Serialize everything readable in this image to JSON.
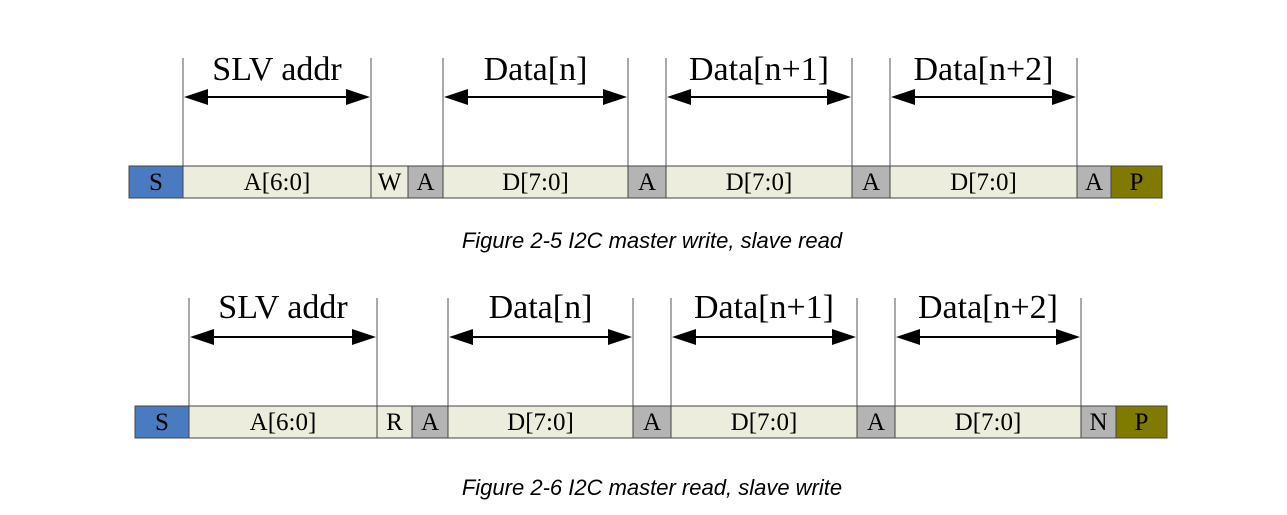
{
  "figures": [
    {
      "caption": "Figure 2-5  I2C master write, slave read",
      "fields": [
        {
          "label": "SLV addr"
        },
        {
          "label": "Data[n]"
        },
        {
          "label": "Data[n+1]"
        },
        {
          "label": "Data[n+2]"
        }
      ],
      "cells": [
        {
          "label": "S",
          "kind": "start"
        },
        {
          "label": "A[6:0]",
          "kind": "bits"
        },
        {
          "label": "W",
          "kind": "rw"
        },
        {
          "label": "A",
          "kind": "ack"
        },
        {
          "label": "D[7:0]",
          "kind": "bits"
        },
        {
          "label": "A",
          "kind": "ack"
        },
        {
          "label": "D[7:0]",
          "kind": "bits"
        },
        {
          "label": "A",
          "kind": "ack"
        },
        {
          "label": "D[7:0]",
          "kind": "bits"
        },
        {
          "label": "A",
          "kind": "ack"
        },
        {
          "label": "P",
          "kind": "stop"
        }
      ]
    },
    {
      "caption": "Figure 2-6  I2C master read, slave write",
      "fields": [
        {
          "label": "SLV addr"
        },
        {
          "label": "Data[n]"
        },
        {
          "label": "Data[n+1]"
        },
        {
          "label": "Data[n+2]"
        }
      ],
      "cells": [
        {
          "label": "S",
          "kind": "start"
        },
        {
          "label": "A[6:0]",
          "kind": "bits"
        },
        {
          "label": "R",
          "kind": "rw"
        },
        {
          "label": "A",
          "kind": "ack"
        },
        {
          "label": "D[7:0]",
          "kind": "bits"
        },
        {
          "label": "A",
          "kind": "ack"
        },
        {
          "label": "D[7:0]",
          "kind": "bits"
        },
        {
          "label": "A",
          "kind": "ack"
        },
        {
          "label": "D[7:0]",
          "kind": "bits"
        },
        {
          "label": "N",
          "kind": "ack"
        },
        {
          "label": "P",
          "kind": "stop"
        }
      ]
    }
  ],
  "colors": {
    "start": "#4a7ac0",
    "bits": "#ededde",
    "rw": "#ededde",
    "ack": "#b4b4b4",
    "stop": "#807a00",
    "line": "#000000"
  }
}
